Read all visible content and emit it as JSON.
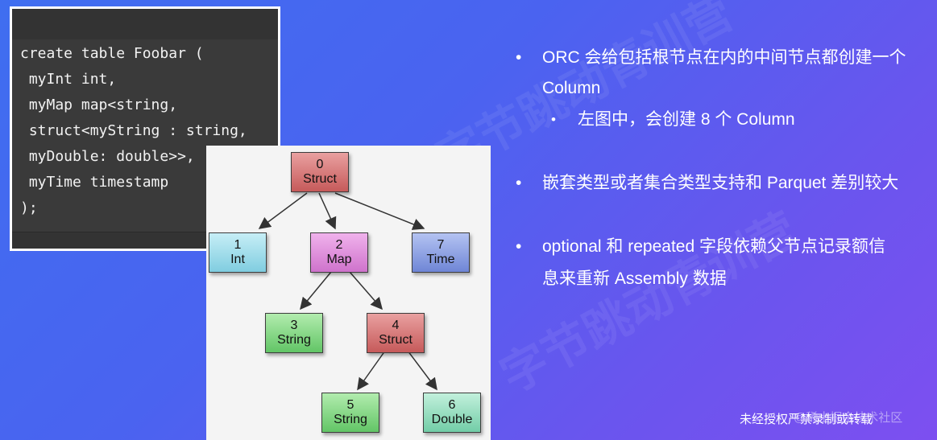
{
  "code": {
    "lines": [
      "create table Foobar (",
      " myInt int,",
      " myMap map<string,",
      " struct<myString : string,",
      " myDouble: double>>,",
      " myTime timestamp",
      ");"
    ]
  },
  "tree": {
    "nodes": [
      {
        "id": "0",
        "label": "Struct",
        "color": "#d06a6a"
      },
      {
        "id": "1",
        "label": "Int",
        "color": "#9fdcec"
      },
      {
        "id": "2",
        "label": "Map",
        "color": "#df8fdc"
      },
      {
        "id": "7",
        "label": "Time",
        "color": "#8ea2e2"
      },
      {
        "id": "3",
        "label": "String",
        "color": "#84d684"
      },
      {
        "id": "4",
        "label": "Struct",
        "color": "#d06a6a"
      },
      {
        "id": "5",
        "label": "String",
        "color": "#84d684"
      },
      {
        "id": "6",
        "label": "Double",
        "color": "#96dcbc"
      }
    ]
  },
  "bullets": {
    "b1_line1": "ORC 会给包括根节点在内的中间节点都创建一个",
    "b1_line2": "Column",
    "sub1": "左图中，会创建 8 个 Column",
    "b2": "嵌套类型或者集合类型支持和 Parquet 差别较大",
    "b3_line1": "optional 和 repeated 字段依赖父节点记录额信",
    "b3_line2": "息来重新 Assembly 数据",
    "dot": "•"
  },
  "footer": {
    "notice": "未经授权严禁录制或转载",
    "watermark_brand": "@稀土掘金技术社区"
  },
  "watermark": {
    "text": "字节跳动青训营"
  }
}
